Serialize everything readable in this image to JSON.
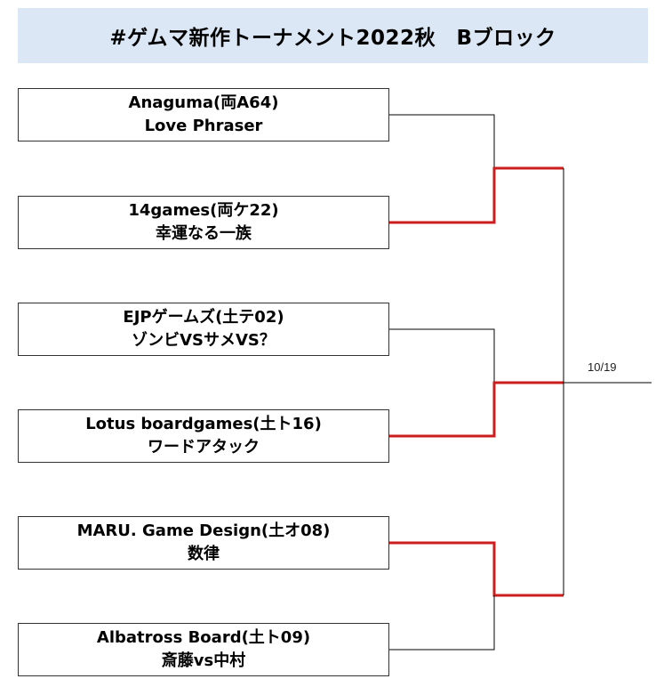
{
  "title": "#ゲムマ新作トーナメント2022秋　Bブロック",
  "entries": [
    {
      "line1": "Anaguma(両A64)",
      "line2": "Love Phraser"
    },
    {
      "line1": "14games(両ケ22)",
      "line2": "幸運なる一族"
    },
    {
      "line1": "EJPゲームズ(土テ02)",
      "line2": "ゾンビVSサメVS？"
    },
    {
      "line1": "Lotus boardgames(土ト16)",
      "line2": "ワードアタック"
    },
    {
      "line1": "MARU. Game Design(土オ08)",
      "line2": "数律"
    },
    {
      "line1": "Albatross Board(土ト09)",
      "line2": "斎藤vs中村"
    }
  ],
  "final_date": "10/19",
  "colors": {
    "title_background": "#dbe7f4",
    "winner_line": "#cc1e1e",
    "bracket_line": "#000000"
  },
  "first_round_winners": [
    "14games(両ケ22)",
    "Lotus boardgames(土ト16)",
    "MARU. Game Design(土オ08)"
  ]
}
